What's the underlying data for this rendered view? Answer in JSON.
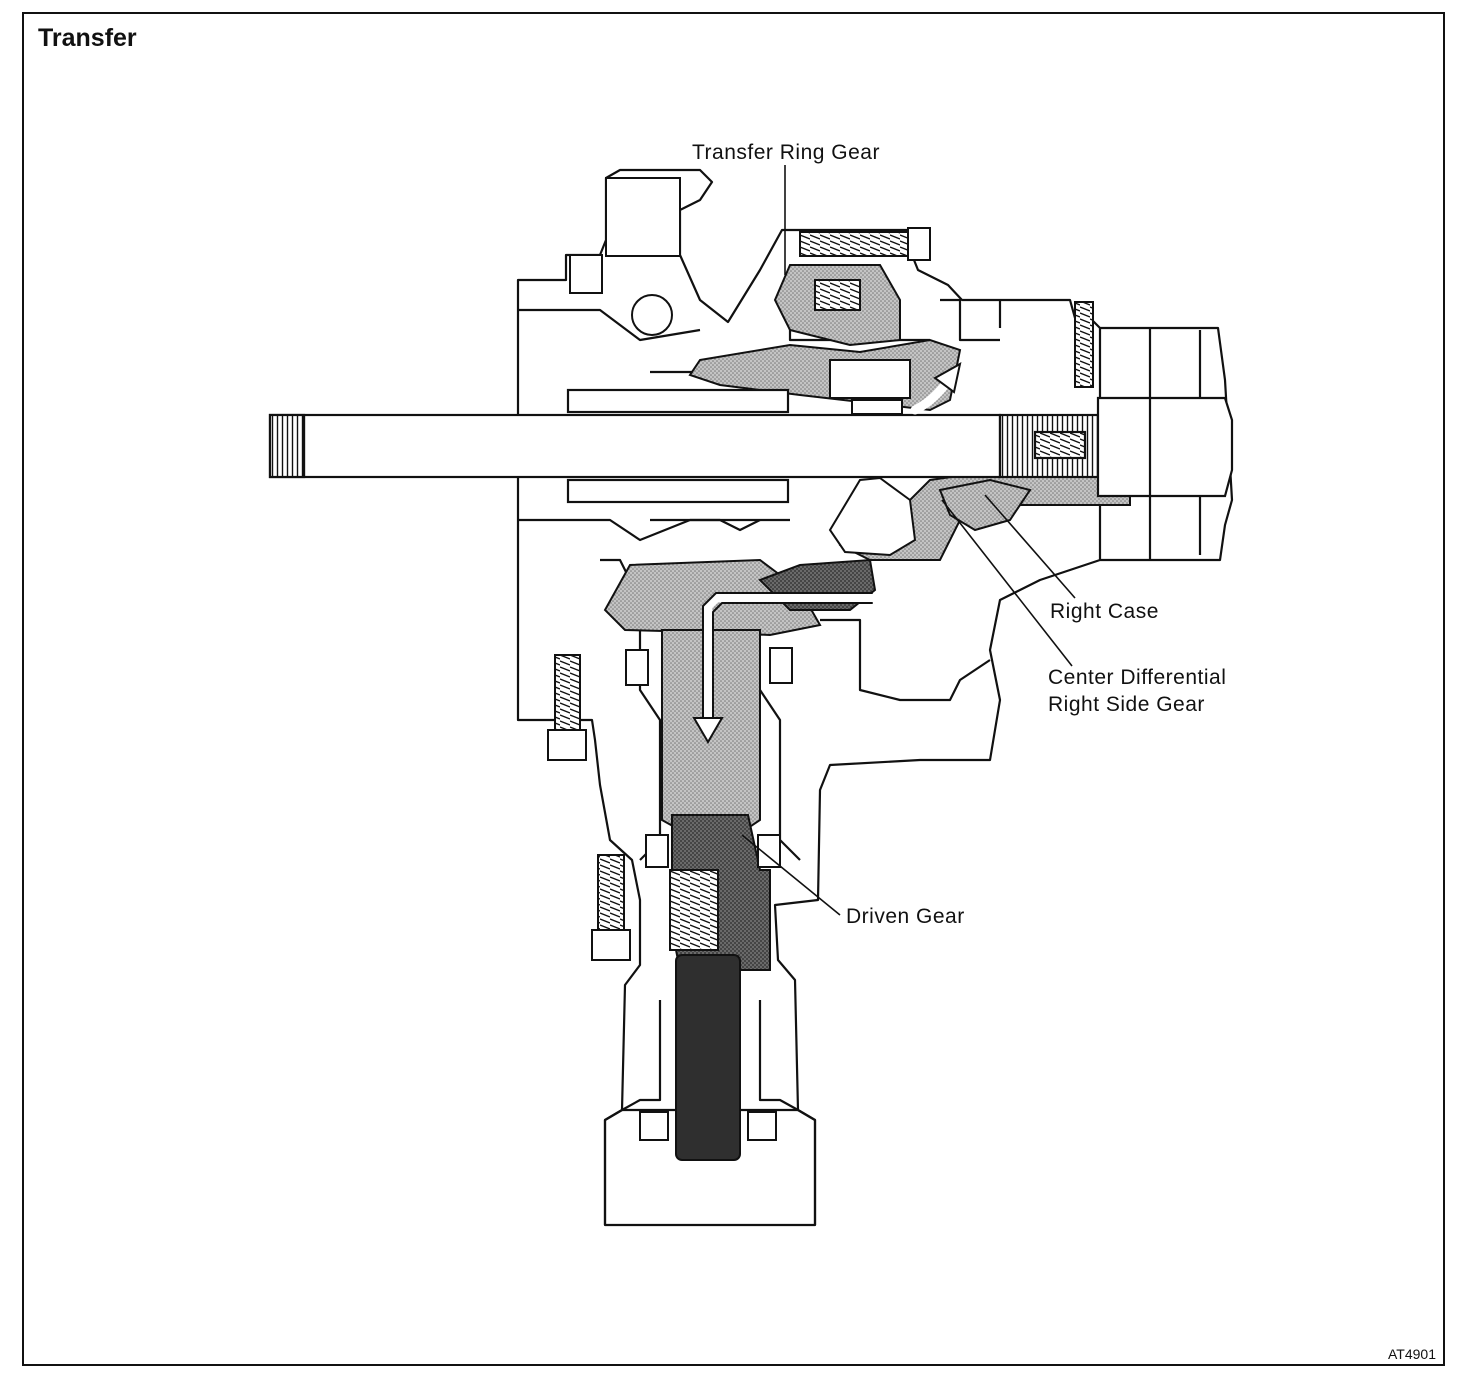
{
  "title": "Transfer",
  "labels": {
    "ring_gear": "Transfer Ring Gear",
    "right_case": "Right Case",
    "center_diff_line1": "Center Differential",
    "center_diff_line2": "Right Side Gear",
    "driven_gear": "Driven Gear"
  },
  "figure_code": "AT4901",
  "colors": {
    "line": "#111111",
    "shade_light": "#b8b8b8",
    "shade_mid": "#8a8a8a",
    "shade_dark": "#3a3a3a"
  }
}
